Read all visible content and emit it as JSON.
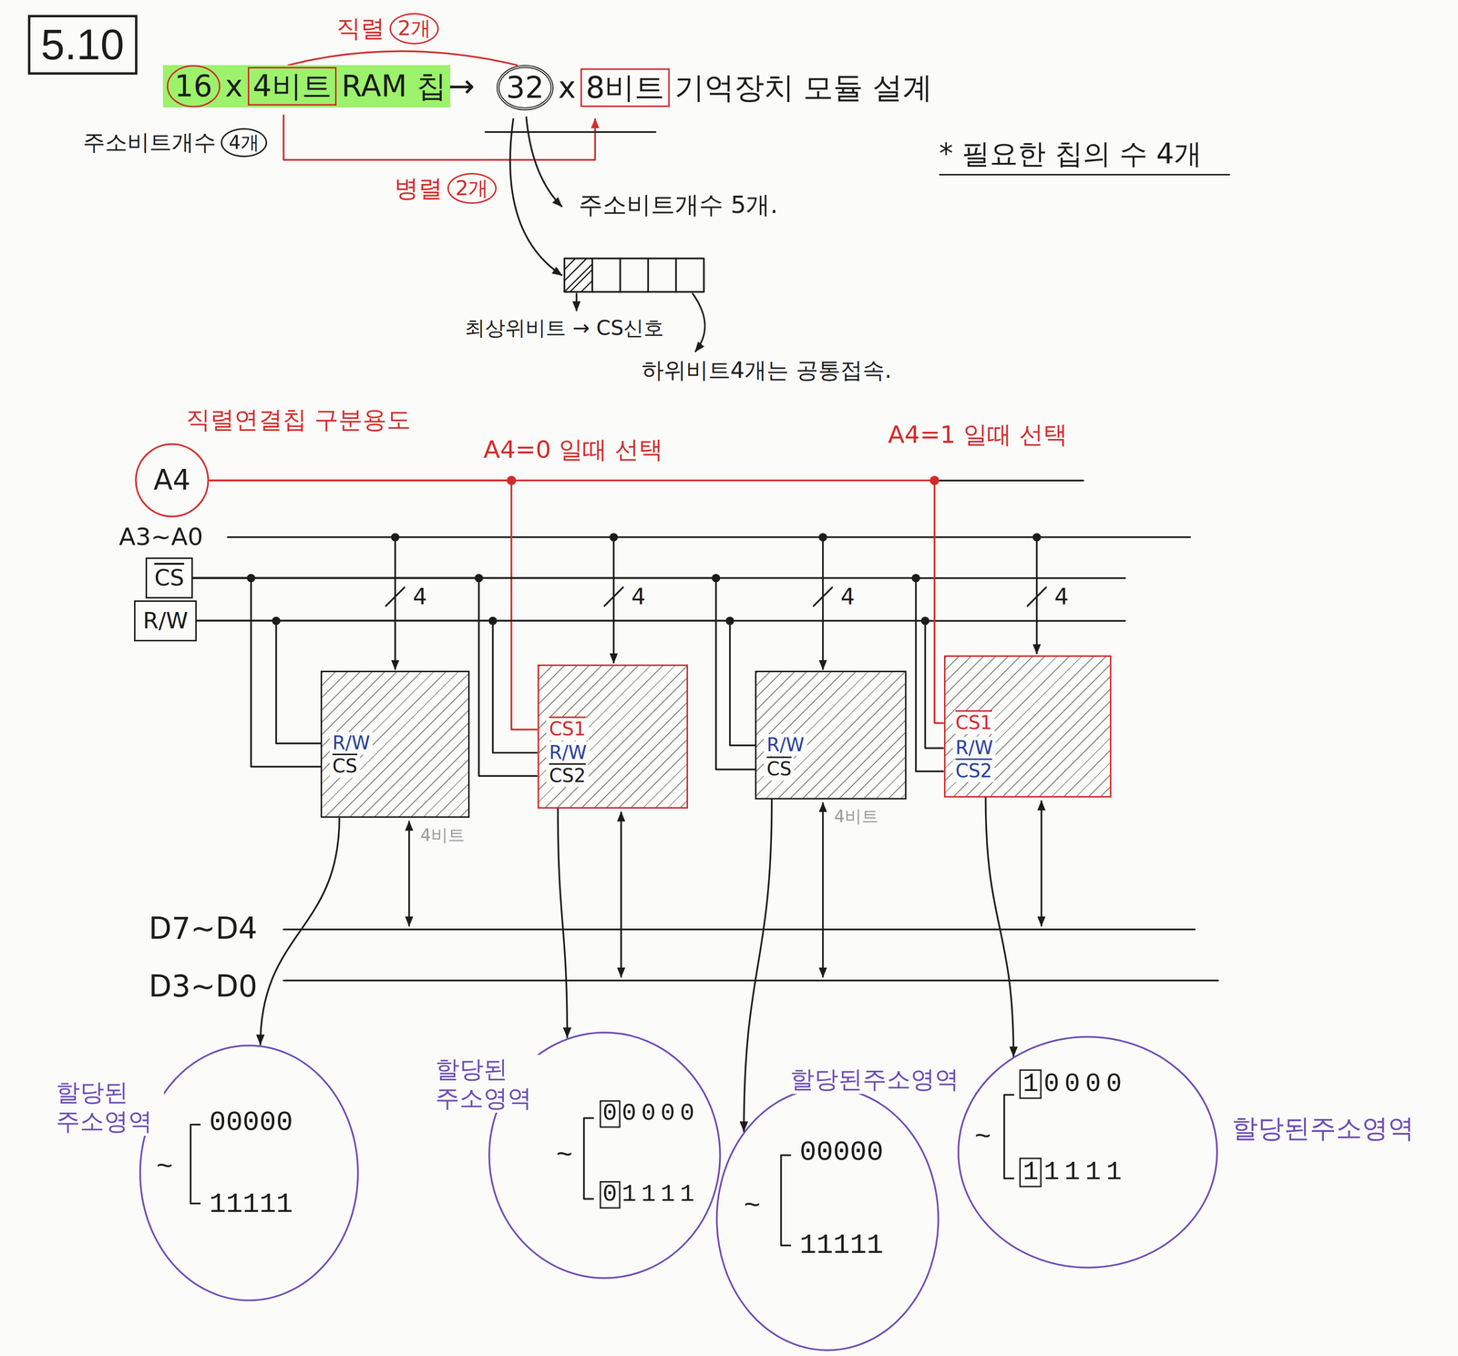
{
  "diagram": {
    "title": "5.10",
    "nodes": [
      {
        "text": [
          "A4"
        ]
      },
      {
        "text": [
          "CS"
        ]
      },
      {
        "text": [
          "R/W"
        ]
      },
      {
        "text": [
          "R/W",
          "CS"
        ]
      },
      {
        "text": [
          "CS1",
          "R/W",
          "CS2"
        ]
      },
      {
        "text": [
          "R/W",
          "CS"
        ]
      },
      {
        "text": [
          "CS1",
          "R/W",
          "CS2"
        ]
      },
      {
        "text": [
          "할당된 주소영역",
          "00000",
          "~",
          "11111"
        ]
      },
      {
        "text": [
          "할당된 주소영역",
          "00000",
          "~",
          "01111"
        ]
      },
      {
        "text": [
          "할당된주소영역",
          "00000",
          "~",
          "11111"
        ]
      },
      {
        "text": [
          "할당된주소영역",
          "10000",
          "~",
          "11111"
        ]
      }
    ],
    "edges": [
      {
        "from": 0,
        "to": 4,
        "arrow": "none"
      },
      {
        "from": 0,
        "to": 6,
        "arrow": "none"
      },
      {
        "from": 1,
        "to": 3,
        "arrow": "none"
      },
      {
        "from": 1,
        "to": 4,
        "arrow": "none"
      },
      {
        "from": 1,
        "to": 5,
        "arrow": "none"
      },
      {
        "from": 1,
        "to": 6,
        "arrow": "none"
      },
      {
        "from": 2,
        "to": 3,
        "arrow": "none"
      },
      {
        "from": 2,
        "to": 4,
        "arrow": "none"
      },
      {
        "from": 2,
        "to": 5,
        "arrow": "none"
      },
      {
        "from": 2,
        "to": 6,
        "arrow": "none"
      },
      {
        "from": 3,
        "to": 7,
        "arrow": "to"
      },
      {
        "from": 4,
        "to": 8,
        "arrow": "to"
      },
      {
        "from": 5,
        "to": 9,
        "arrow": "to"
      },
      {
        "from": 6,
        "to": 10,
        "arrow": "to"
      }
    ],
    "labels": [
      "직렬",
      "2개",
      "16",
      "x",
      "4비트",
      "RAM 칩",
      "→",
      "32",
      "x",
      "8비트",
      "기억장치 모듈 설계",
      "주소비트개수",
      "4개",
      "* 필요한 칩의 수 4개",
      "병렬",
      "2개",
      "주소비트개수 5개.",
      "최상위비트 → CS신호",
      "하위비트4개는 공통접속.",
      "직렬연결칩 구분용도",
      "A4=0 일때 선택",
      "A4=1 일때 선택",
      "A3~A0",
      "4",
      "4",
      "4",
      "4",
      "4비트",
      "4비트",
      "D7~D4",
      "D3~D0"
    ]
  }
}
